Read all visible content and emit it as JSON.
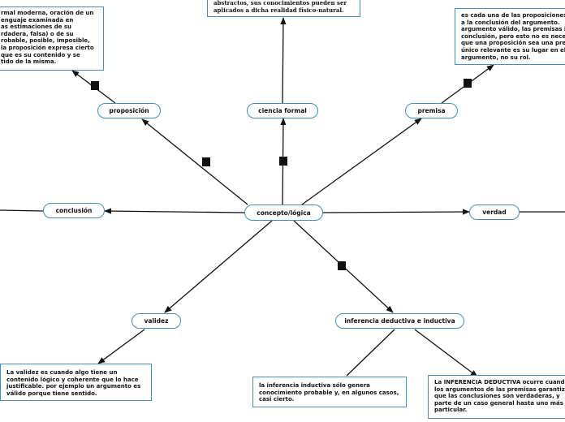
{
  "nodes": {
    "center": "concepto/lógica",
    "proposicion": "proposición",
    "ciencia_formal": "ciencia formal",
    "premisa": "premisa",
    "conclusion": "conclusión",
    "verdad": "verdad",
    "validez": "validez",
    "inferencia": "inferencia deductiva e inductiva"
  },
  "notes": {
    "proposicion": "rmal moderna, oración de un\nenguaje examinada en\nas estimaciones de su\nrdadera, falsa) o de su\nrobable, posible, imposible,\nla proposición expresa cierto\nque es su contenido y se\ntido de la misma.",
    "ciencia_formal": "abstractos, sus conocimientos pueden ser\naplicados a dicha realidad físico-natural.",
    "premisa": "es cada una de las proposiciones\na la conclusión del argumento.\nargumento válido, las premisas i\nconclusión, pero esto no es nece\nque una proposición sea una pre\núnico relevante es su lugar en el\nargumento, no su rol.",
    "validez": "La validez es cuando algo tiene un\ncontenido lógico y coherente que lo hace\njustificable. por ejemplo un argumento es\nválido porque tiene sentido.",
    "inductiva": "la inferencia inductiva sólo genera\nconocimiento probable y, en algunos casos,\ncasi cierto.",
    "deductiva": "La INFERENCIA DEDUCTIVA ocurre cuand\nlos argumentos de las premisas garantiza\nque las conclusiones son verdaderas, y\nparte de un caso general hasta uno más\nparticular."
  },
  "colors": {
    "node_border": "#3b90c8",
    "edge": "#111111"
  }
}
